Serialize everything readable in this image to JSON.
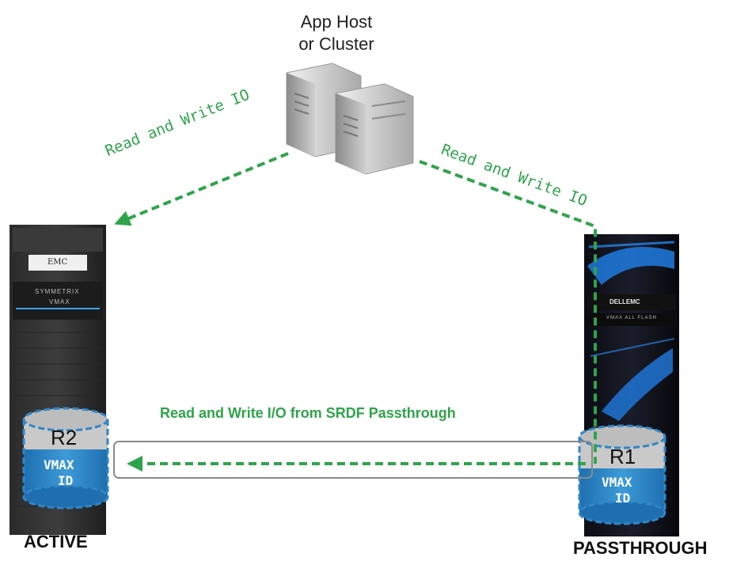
{
  "host": {
    "title_line1": "App Host",
    "title_line2": "or Cluster"
  },
  "links": {
    "left_io": "Read and Write IO",
    "right_io": "Read and Write IO",
    "passthrough_io": "Read and Write I/O from SRDF Passthrough"
  },
  "arrays": {
    "left": {
      "brand": "EMC",
      "model_line1": "SYMMETRIX",
      "model_line2": "VMAX",
      "volume": "R2",
      "volume_id_line1": "VMAX",
      "volume_id_line2": "ID",
      "caption": "ACTIVE"
    },
    "right": {
      "brand": "DELLEMC",
      "model": "VMAX ALL FLASH",
      "volume": "R1",
      "volume_id_line1": "VMAX",
      "volume_id_line2": "ID",
      "caption": "PASSTHROUGH"
    }
  },
  "colors": {
    "io_green": "#2ea44a",
    "volume_blue": "#2f86c8",
    "volume_grey": "#c9c9c9"
  }
}
